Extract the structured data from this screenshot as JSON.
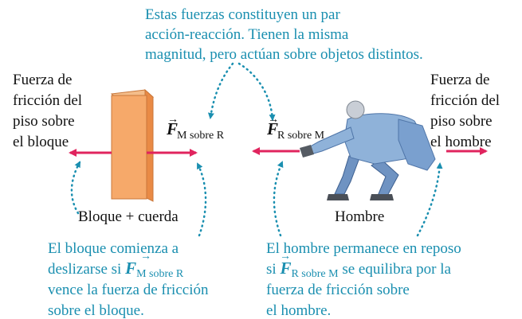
{
  "top_note": {
    "line1": "Estas fuerzas constituyen un par",
    "line2": "acción-reacción. Tienen la misma",
    "line3": "magnitud, pero actúan sobre objetos distintos."
  },
  "left_label": {
    "line1": "Fuerza de",
    "line2": "fricción del",
    "line3": "piso sobre",
    "line4": "el bloque"
  },
  "right_label": {
    "line1": "Fuerza de",
    "line2": "fricción del",
    "line3": "piso sobre",
    "line4": "el hombre"
  },
  "force_mr": {
    "symbol": "F",
    "arrow": "→",
    "subscript": "M sobre R"
  },
  "force_rm": {
    "symbol": "F",
    "arrow": "→",
    "subscript": "R sobre M"
  },
  "block_caption": "Bloque + cuerda",
  "man_caption": "Hombre",
  "bottom_left_note": {
    "line1": "El bloque comienza a",
    "line2_prefix": "deslizarse si ",
    "symbol": "F",
    "arrow": "→",
    "subscript": "M sobre R",
    "line3": "vence la fuerza de fricción",
    "line4": "sobre el bloque."
  },
  "bottom_right_note": {
    "line1": "El hombre permanece en reposo",
    "line2_prefix": "si ",
    "symbol": "F",
    "arrow": "→",
    "subscript": "R sobre M",
    "line2_suffix": " se equilibra por la",
    "line3": "fuerza de fricción sobre",
    "line4": "el hombre."
  },
  "colors": {
    "note_text": "#1a8fb0",
    "force_arrow": "#e0245e",
    "dotted": "#1a8fb0",
    "block_face": "#f6a96a",
    "block_side": "#e98a45",
    "shirt": "#8fb2d9",
    "pants": "#6f93c2",
    "skin": "#d9dde3"
  }
}
